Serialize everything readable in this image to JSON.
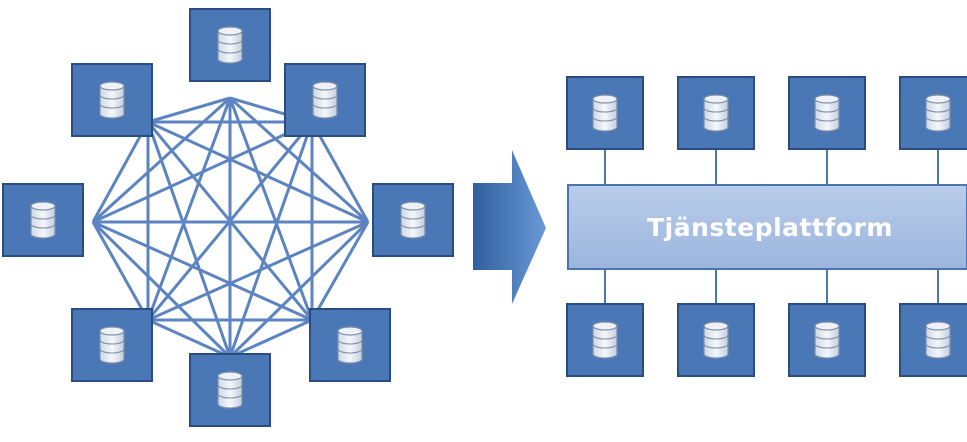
{
  "platform": {
    "label": "Tjänsteplattform"
  },
  "colors": {
    "node_fill": "#4a77b5",
    "node_border": "#2a4c80",
    "mesh_line": "#5b84c0",
    "platform_fill": "#a9c0e2",
    "platform_border": "#4c74ad",
    "platform_text": "#ffffff",
    "arrow": "#4a7cc0",
    "database_icon": "database-icon"
  },
  "left_network": {
    "name": "point-to-point-mesh",
    "node_count": 8,
    "fully_connected": true
  },
  "right_network": {
    "name": "service-platform-integration",
    "top_row_count": 4,
    "bottom_row_count": 4
  }
}
